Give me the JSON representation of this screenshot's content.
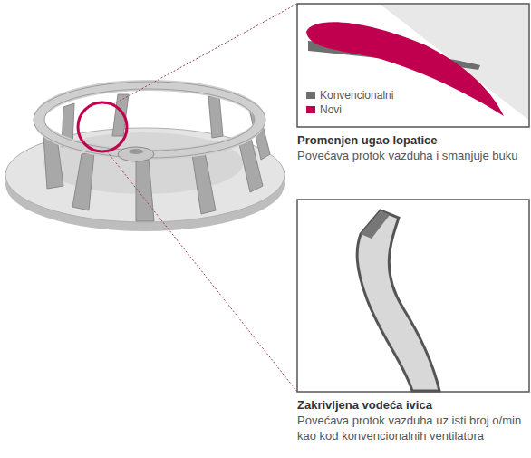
{
  "diagram": {
    "nodes": [
      {
        "text": [
          "Promenjen ugao lopatice",
          "Povećava protok vazduha i smanjuje buku"
        ]
      },
      {
        "text": [
          "Zakrivljena vodeća ivica",
          "Povećava protok vazduha uz isti broj o/min kao kod konvencionalnih ventilatora"
        ]
      }
    ],
    "legend": [
      {
        "text": "Konvencionalni",
        "color": "#6e6e6e"
      },
      {
        "text": "Novi",
        "color": "#c0004e"
      }
    ]
  }
}
